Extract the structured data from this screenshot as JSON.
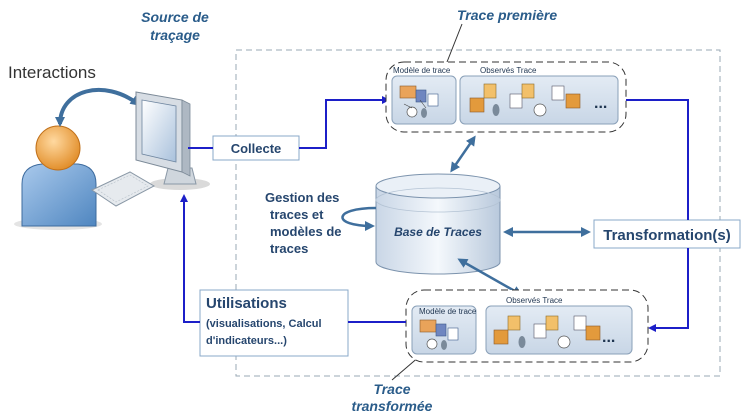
{
  "labels": {
    "source": "Source de traçage",
    "interactions": "Interactions",
    "trace_premiere": "Trace première",
    "trace_transformee": "Trace transformée",
    "collecte": "Collecte",
    "transformations": "Transformation(s)",
    "base": "Base de Traces",
    "gestion": [
      "Gestion des",
      "traces et",
      "modèles de",
      "traces"
    ],
    "utilisations_title": "Utilisations",
    "utilisations_sub": [
      "(visualisations, Calcul",
      "d'indicateurs...)"
    ],
    "modele": "Modèle de trace",
    "observes": "Observés Trace",
    "ellipsis": "..."
  },
  "colors": {
    "arrow_blue": "#1c1fc8",
    "title_blue": "#2a5c8a",
    "dark_blue": "#26466e",
    "box_border": "#8aa8c8",
    "dashed_gray": "#9aa8b5"
  }
}
